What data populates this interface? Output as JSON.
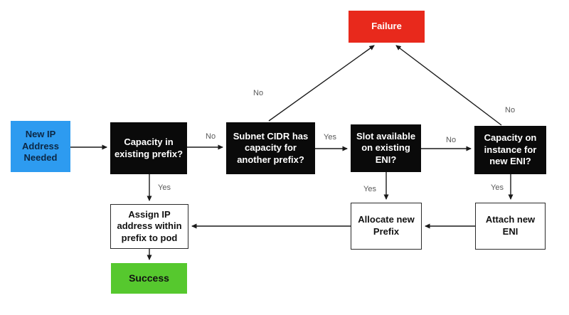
{
  "diagram": {
    "type": "flowchart",
    "topic": "IP address assignment decision flow",
    "nodes": {
      "new_ip": {
        "label": "New IP\nAddress\nNeeded",
        "kind": "start",
        "color": "#2d9bf0"
      },
      "capacity_prefix": {
        "label": "Capacity in\nexisting prefix?",
        "kind": "decision",
        "color": "#0a0a0a"
      },
      "subnet_cidr": {
        "label": "Subnet CIDR has\ncapacity for\nanother prefix?",
        "kind": "decision",
        "color": "#0a0a0a"
      },
      "slot_eni": {
        "label": "Slot available\non existing\nENI?",
        "kind": "decision",
        "color": "#0a0a0a"
      },
      "capacity_instance": {
        "label": "Capacity on\ninstance for\nnew ENI?",
        "kind": "decision",
        "color": "#0a0a0a"
      },
      "failure": {
        "label": "Failure",
        "kind": "terminal",
        "color": "#e8291c"
      },
      "assign_ip": {
        "label": "Assign IP\naddress within\nprefix to pod",
        "kind": "action",
        "color": "#ffffff"
      },
      "allocate_prefix": {
        "label": "Allocate new\nPrefix",
        "kind": "action",
        "color": "#ffffff"
      },
      "attach_eni": {
        "label": "Attach new\nENI",
        "kind": "action",
        "color": "#ffffff"
      },
      "success": {
        "label": "Success",
        "kind": "terminal",
        "color": "#56c82e"
      }
    },
    "labels": {
      "capacity_no": "No",
      "subnet_yes": "Yes",
      "slot_no": "No",
      "subnet_no_up": "No",
      "instance_no_up": "No",
      "capacity_yes": "Yes",
      "slot_yes": "Yes",
      "instance_yes": "Yes"
    },
    "colors": {
      "start_blue": "#2d9bf0",
      "decision_black": "#0a0a0a",
      "failure_red": "#e8291c",
      "success_green": "#56c82e",
      "arrow": "#1a1a1a",
      "edge_label_gray": "#595959"
    }
  }
}
